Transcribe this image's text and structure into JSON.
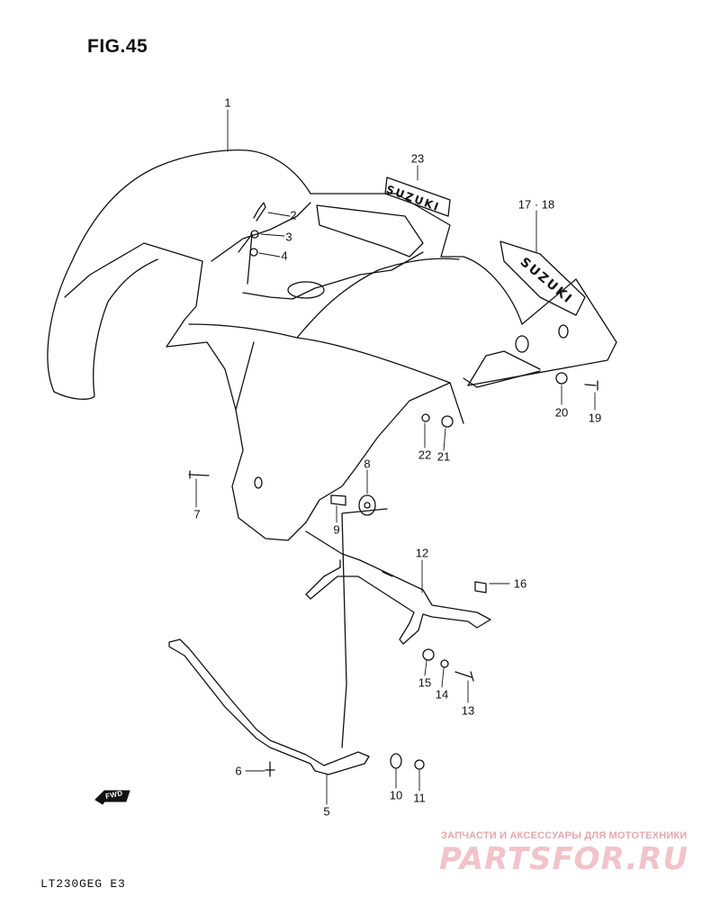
{
  "figure": {
    "title": "FIG.45",
    "model_code": "LT230GEG  E3"
  },
  "emblems": {
    "small_emblem_text": "SUZUKI",
    "large_emblem_text": "SUZUKI"
  },
  "fwd_arrow": {
    "label": "FWD"
  },
  "callouts": [
    {
      "id": "c1",
      "label": "1"
    },
    {
      "id": "c2",
      "label": "2"
    },
    {
      "id": "c3",
      "label": "3"
    },
    {
      "id": "c4",
      "label": "4"
    },
    {
      "id": "c23",
      "label": "23"
    },
    {
      "id": "c1718",
      "label": "17 · 18"
    },
    {
      "id": "c20",
      "label": "20"
    },
    {
      "id": "c19",
      "label": "19"
    },
    {
      "id": "c22",
      "label": "22"
    },
    {
      "id": "c21",
      "label": "21"
    },
    {
      "id": "c8",
      "label": "8"
    },
    {
      "id": "c7",
      "label": "7"
    },
    {
      "id": "c9",
      "label": "9"
    },
    {
      "id": "c12",
      "label": "12"
    },
    {
      "id": "c16",
      "label": "16"
    },
    {
      "id": "c15",
      "label": "15"
    },
    {
      "id": "c14",
      "label": "14"
    },
    {
      "id": "c13",
      "label": "13"
    },
    {
      "id": "c6",
      "label": "6"
    },
    {
      "id": "c10",
      "label": "10"
    },
    {
      "id": "c11",
      "label": "11"
    },
    {
      "id": "c5",
      "label": "5"
    }
  ],
  "watermark": {
    "tagline": "ЗАПЧАСТИ И АКСЕССУАРЫ ДЛЯ МОТОТЕХНИКИ",
    "logo": "PARTSFOR.RU"
  }
}
